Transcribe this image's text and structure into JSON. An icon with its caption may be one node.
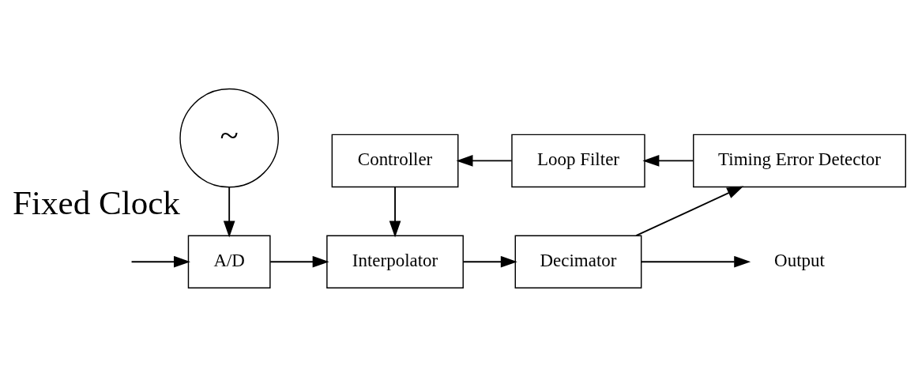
{
  "diagram": {
    "nodes": [
      {
        "text": [
          "A/D"
        ]
      },
      {
        "text": [
          "Interpolator"
        ]
      },
      {
        "text": [
          "Decimator"
        ]
      },
      {
        "text": [
          "Timing Error Detector"
        ]
      },
      {
        "text": [
          "Loop Filter"
        ]
      },
      {
        "text": [
          "Controller"
        ]
      },
      {
        "text": [
          "~"
        ],
        "beside": [
          "Fixed Clock"
        ]
      },
      {
        "text": [
          "Output"
        ]
      }
    ],
    "edges": [
      {
        "from": null,
        "to": 0,
        "arrow": "to"
      },
      {
        "from": 6,
        "to": 0,
        "arrow": "to"
      },
      {
        "from": 0,
        "to": 1,
        "arrow": "to"
      },
      {
        "from": 1,
        "to": 2,
        "arrow": "to"
      },
      {
        "from": 2,
        "to": 7,
        "arrow": "to"
      },
      {
        "from": 2,
        "to": 3,
        "arrow": "to"
      },
      {
        "from": 3,
        "to": 4,
        "arrow": "to"
      },
      {
        "from": 4,
        "to": 5,
        "arrow": "to"
      },
      {
        "from": 5,
        "to": 1,
        "arrow": "to"
      }
    ]
  }
}
